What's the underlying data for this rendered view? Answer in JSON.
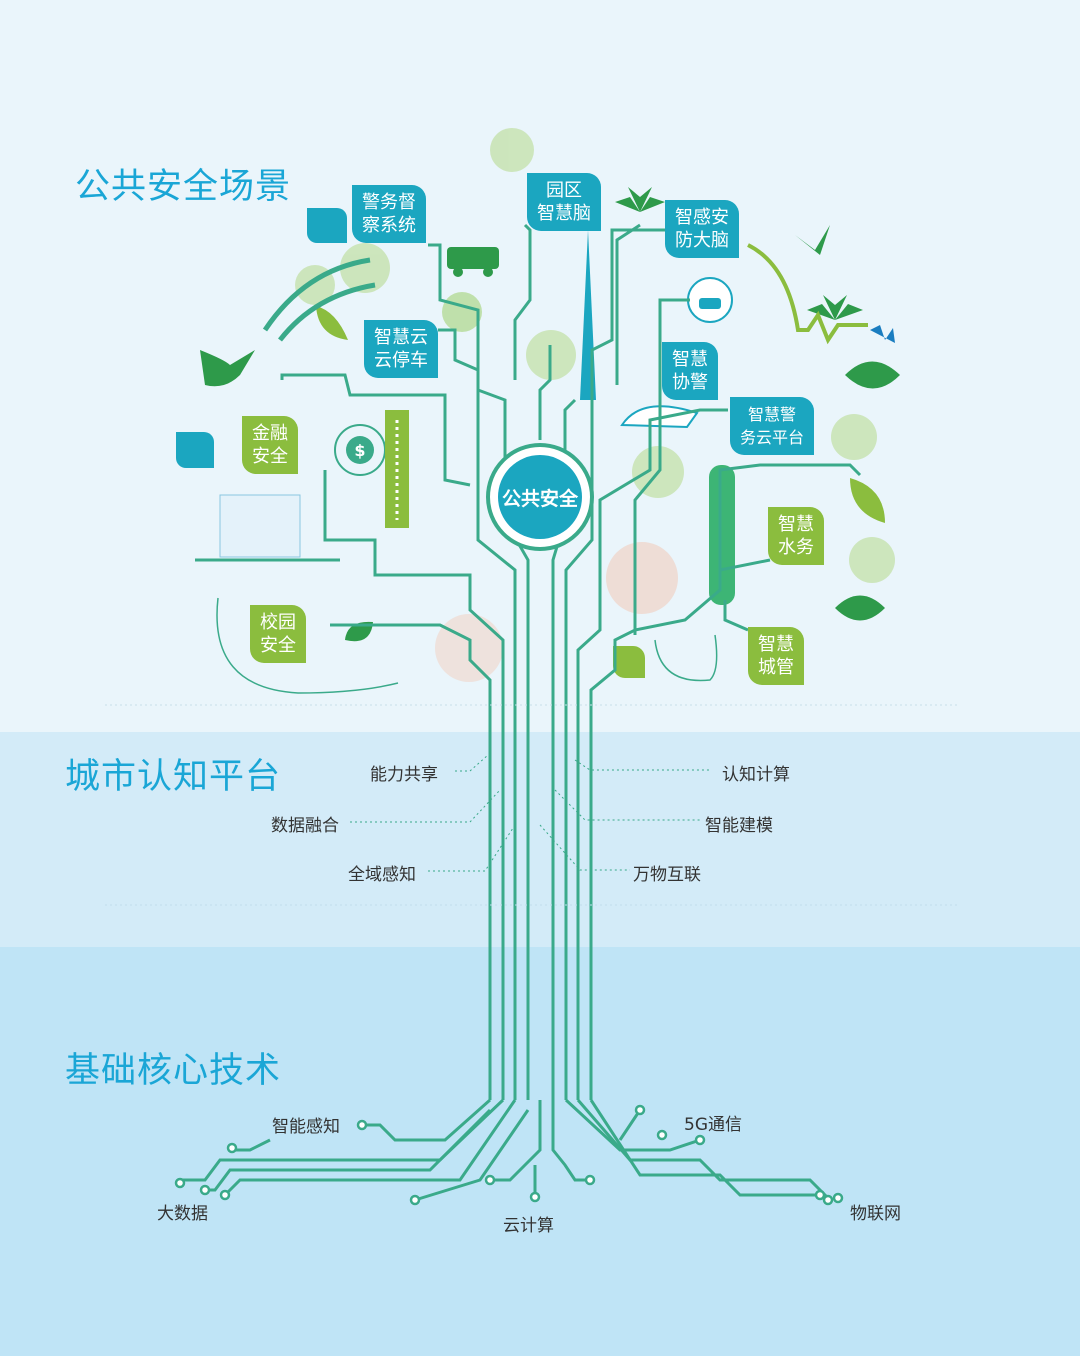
{
  "sections": {
    "scene": "公共安全场景",
    "platform": "城市认知平台",
    "core": "基础核心技术"
  },
  "center": "公共安全",
  "scenes": [
    {
      "label": "警务督\n察系统",
      "color": "teal"
    },
    {
      "label": "园区\n智慧脑",
      "color": "teal"
    },
    {
      "label": "智感安\n防大脑",
      "color": "teal"
    },
    {
      "label": "智慧云\n云停车",
      "color": "teal"
    },
    {
      "label": "智慧\n协警",
      "color": "teal"
    },
    {
      "label": "智慧警\n务云平台",
      "color": "teal"
    },
    {
      "label": "金融\n安全",
      "color": "green"
    },
    {
      "label": "智慧\n水务",
      "color": "green"
    },
    {
      "label": "校园\n安全",
      "color": "green"
    },
    {
      "label": "智慧\n城管",
      "color": "green"
    }
  ],
  "platform": {
    "left": [
      "能力共享",
      "数据融合",
      "全域感知"
    ],
    "right": [
      "认知计算",
      "智能建模",
      "万物互联"
    ]
  },
  "core": [
    "智能感知",
    "5G通信",
    "大数据",
    "云计算",
    "物联网"
  ],
  "colors": {
    "title": "#1aa6d6",
    "teal": "#1ba6c0",
    "green": "#8bbd3e",
    "line": "#3aaa8a"
  }
}
